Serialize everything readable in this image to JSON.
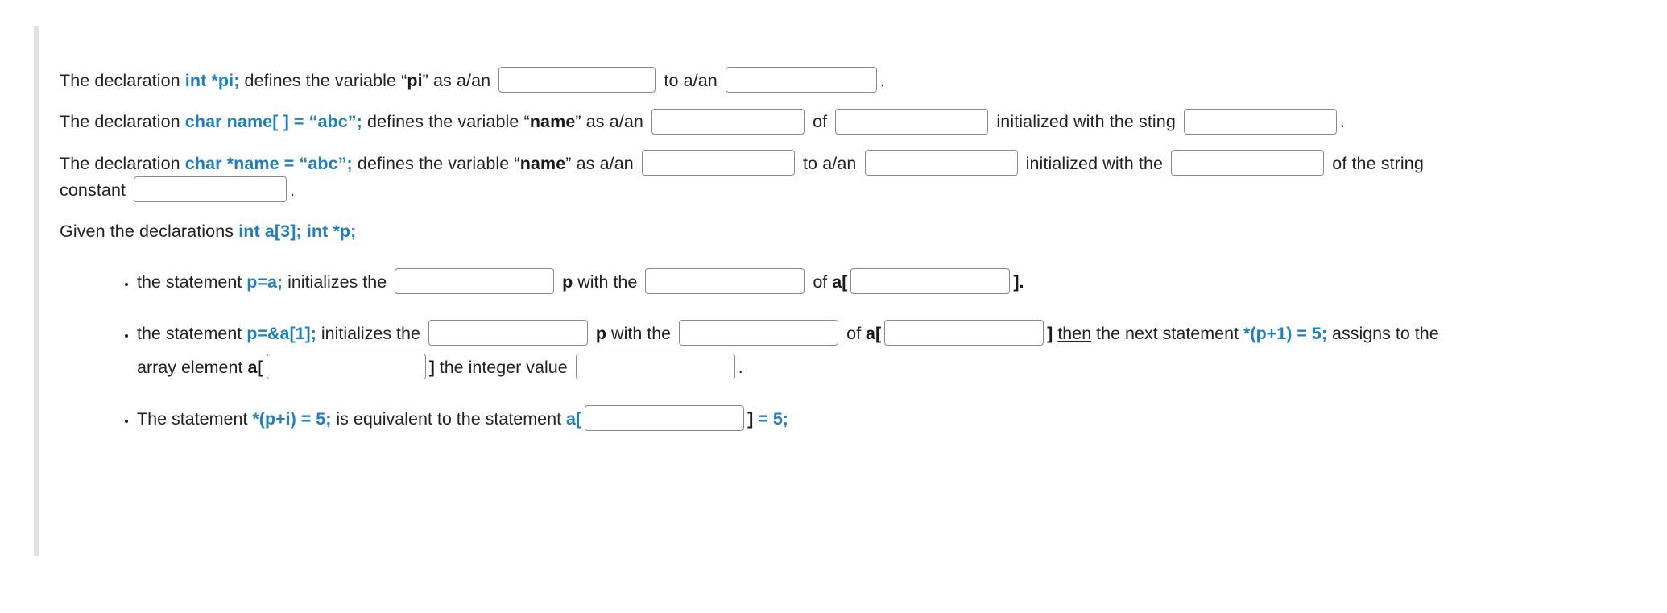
{
  "page": {
    "background_color": "#ffffff",
    "accent_code_color": "#1d7fc0",
    "text_color": "#222222",
    "rule_color": "#e2e2e2"
  },
  "statements": {
    "s1": {
      "lead": "The declaration",
      "code": "int  *pi;",
      "mid1": "defines the variable “",
      "var": "pi",
      "mid2": "” as a/an",
      "connector": "to a/an",
      "end": ".",
      "blank1_value": "",
      "blank1_placeholder": "",
      "blank2_value": "",
      "blank2_placeholder": ""
    },
    "s2": {
      "lead": "The declaration",
      "code": "char  name[ ] = “abc”;",
      "mid1": "defines the variable “",
      "var": "name",
      "mid2": "” as a/an",
      "connector1": "of",
      "connector2": "initialized with the sting",
      "end": ".",
      "blank1_value": "",
      "blank2_value": "",
      "blank3_value": ""
    },
    "s3": {
      "lead": "The declaration",
      "code": "char  *name = “abc”;",
      "mid1": "defines the variable “",
      "var": "name",
      "mid2": "” as a/an",
      "connector1": "to a/an",
      "connector2": "initialized with the",
      "connector3": "of the string",
      "connector4": "constant",
      "end": ".",
      "blank1_value": "",
      "blank2_value": "",
      "blank3_value": "",
      "blank4_value": ""
    },
    "given": {
      "lead": "Given the declarations",
      "code": "int a[3]; int *p;"
    }
  },
  "bullets": [
    {
      "pre": "the statement",
      "code": "p=a;",
      "mid1": "initializes the",
      "ptr": "p",
      "mid2": "with the",
      "mid3": "of",
      "array": "a[",
      "tail": "].",
      "blank1_value": "",
      "blank2_value": "",
      "blank3_value": ""
    },
    {
      "pre": "the statement",
      "code": "p=&a[1];",
      "mid1": "initializes the",
      "ptr": "p",
      "mid2": "with the",
      "mid3": "of",
      "array": "a[",
      "close": "]",
      "then": "then",
      "mid4": "the next statement",
      "code2": "*(p+1) = 5;",
      "mid5": "assigns to the",
      "line2_pre": "array element",
      "array2": "a[",
      "close2": "]",
      "mid6": "the integer value",
      "tail": ".",
      "blank1_value": "",
      "blank2_value": "",
      "blank3_value": "",
      "blank4_value": "",
      "blank5_value": ""
    },
    {
      "pre": "The statement",
      "code": "*(p+i) = 5;",
      "mid1": "is equivalent to the statement",
      "array": "a[",
      "close": "]",
      "code2": "= 5;",
      "blank1_value": ""
    }
  ]
}
